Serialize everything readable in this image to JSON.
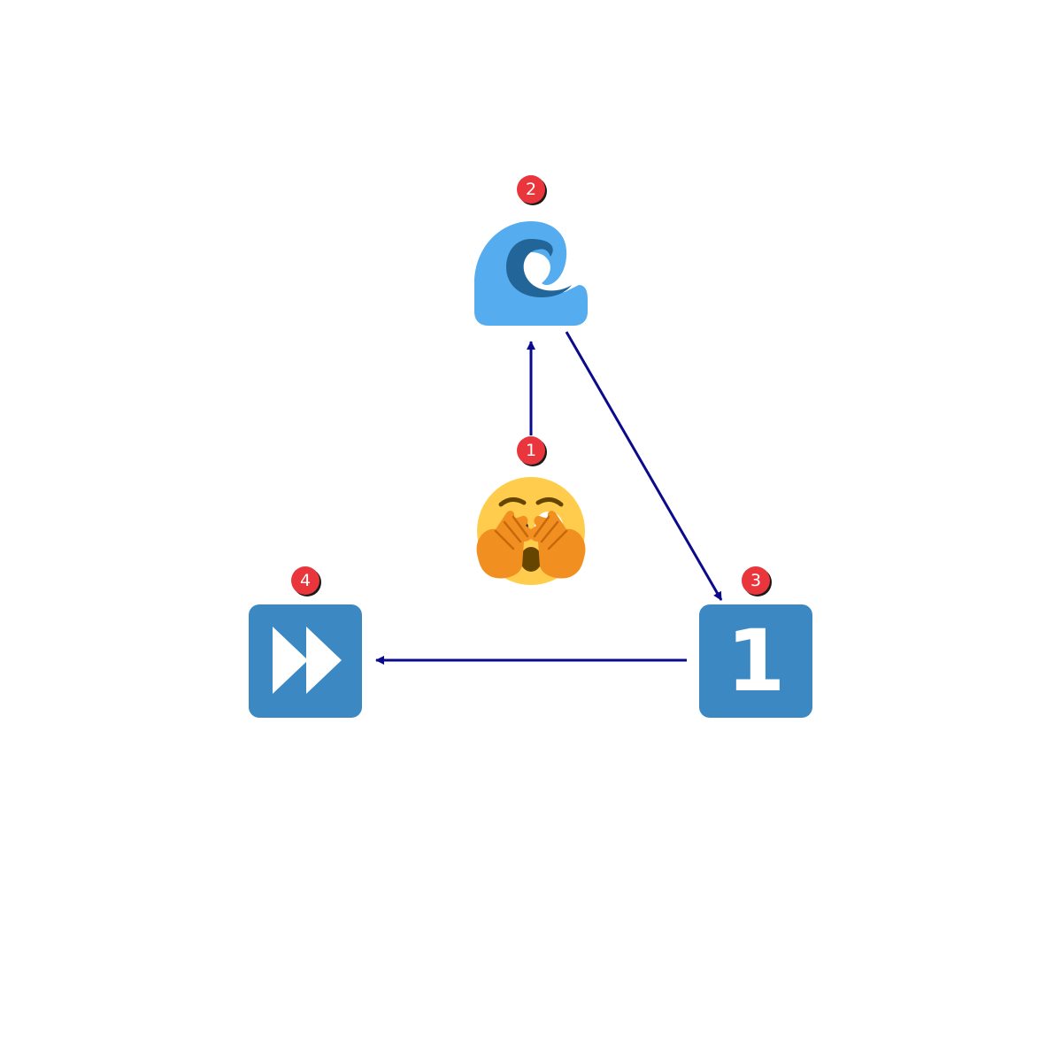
{
  "colors": {
    "arrow": "#0a0a8c",
    "badge_fill": "#e8363c",
    "badge_shadow": "#1a1a1a",
    "tile_blue": "#3b88c3",
    "wave_light": "#55acee",
    "wave_dark": "#226699",
    "face_yellow": "#ffcc4d",
    "hand_orange": "#f19020",
    "eye_dark": "#292f33",
    "mouth_brown": "#664500"
  },
  "nodes": [
    {
      "id": "n1",
      "badge": "1",
      "icon": "face-with-hand-over-eyes-icon"
    },
    {
      "id": "n2",
      "badge": "2",
      "icon": "water-wave-icon"
    },
    {
      "id": "n3",
      "badge": "3",
      "icon": "keycap-digit-one-icon",
      "digit": "1"
    },
    {
      "id": "n4",
      "badge": "4",
      "icon": "fast-forward-icon"
    }
  ],
  "edges": [
    {
      "from": "1",
      "to": "2"
    },
    {
      "from": "2",
      "to": "3"
    },
    {
      "from": "3",
      "to": "4"
    }
  ]
}
